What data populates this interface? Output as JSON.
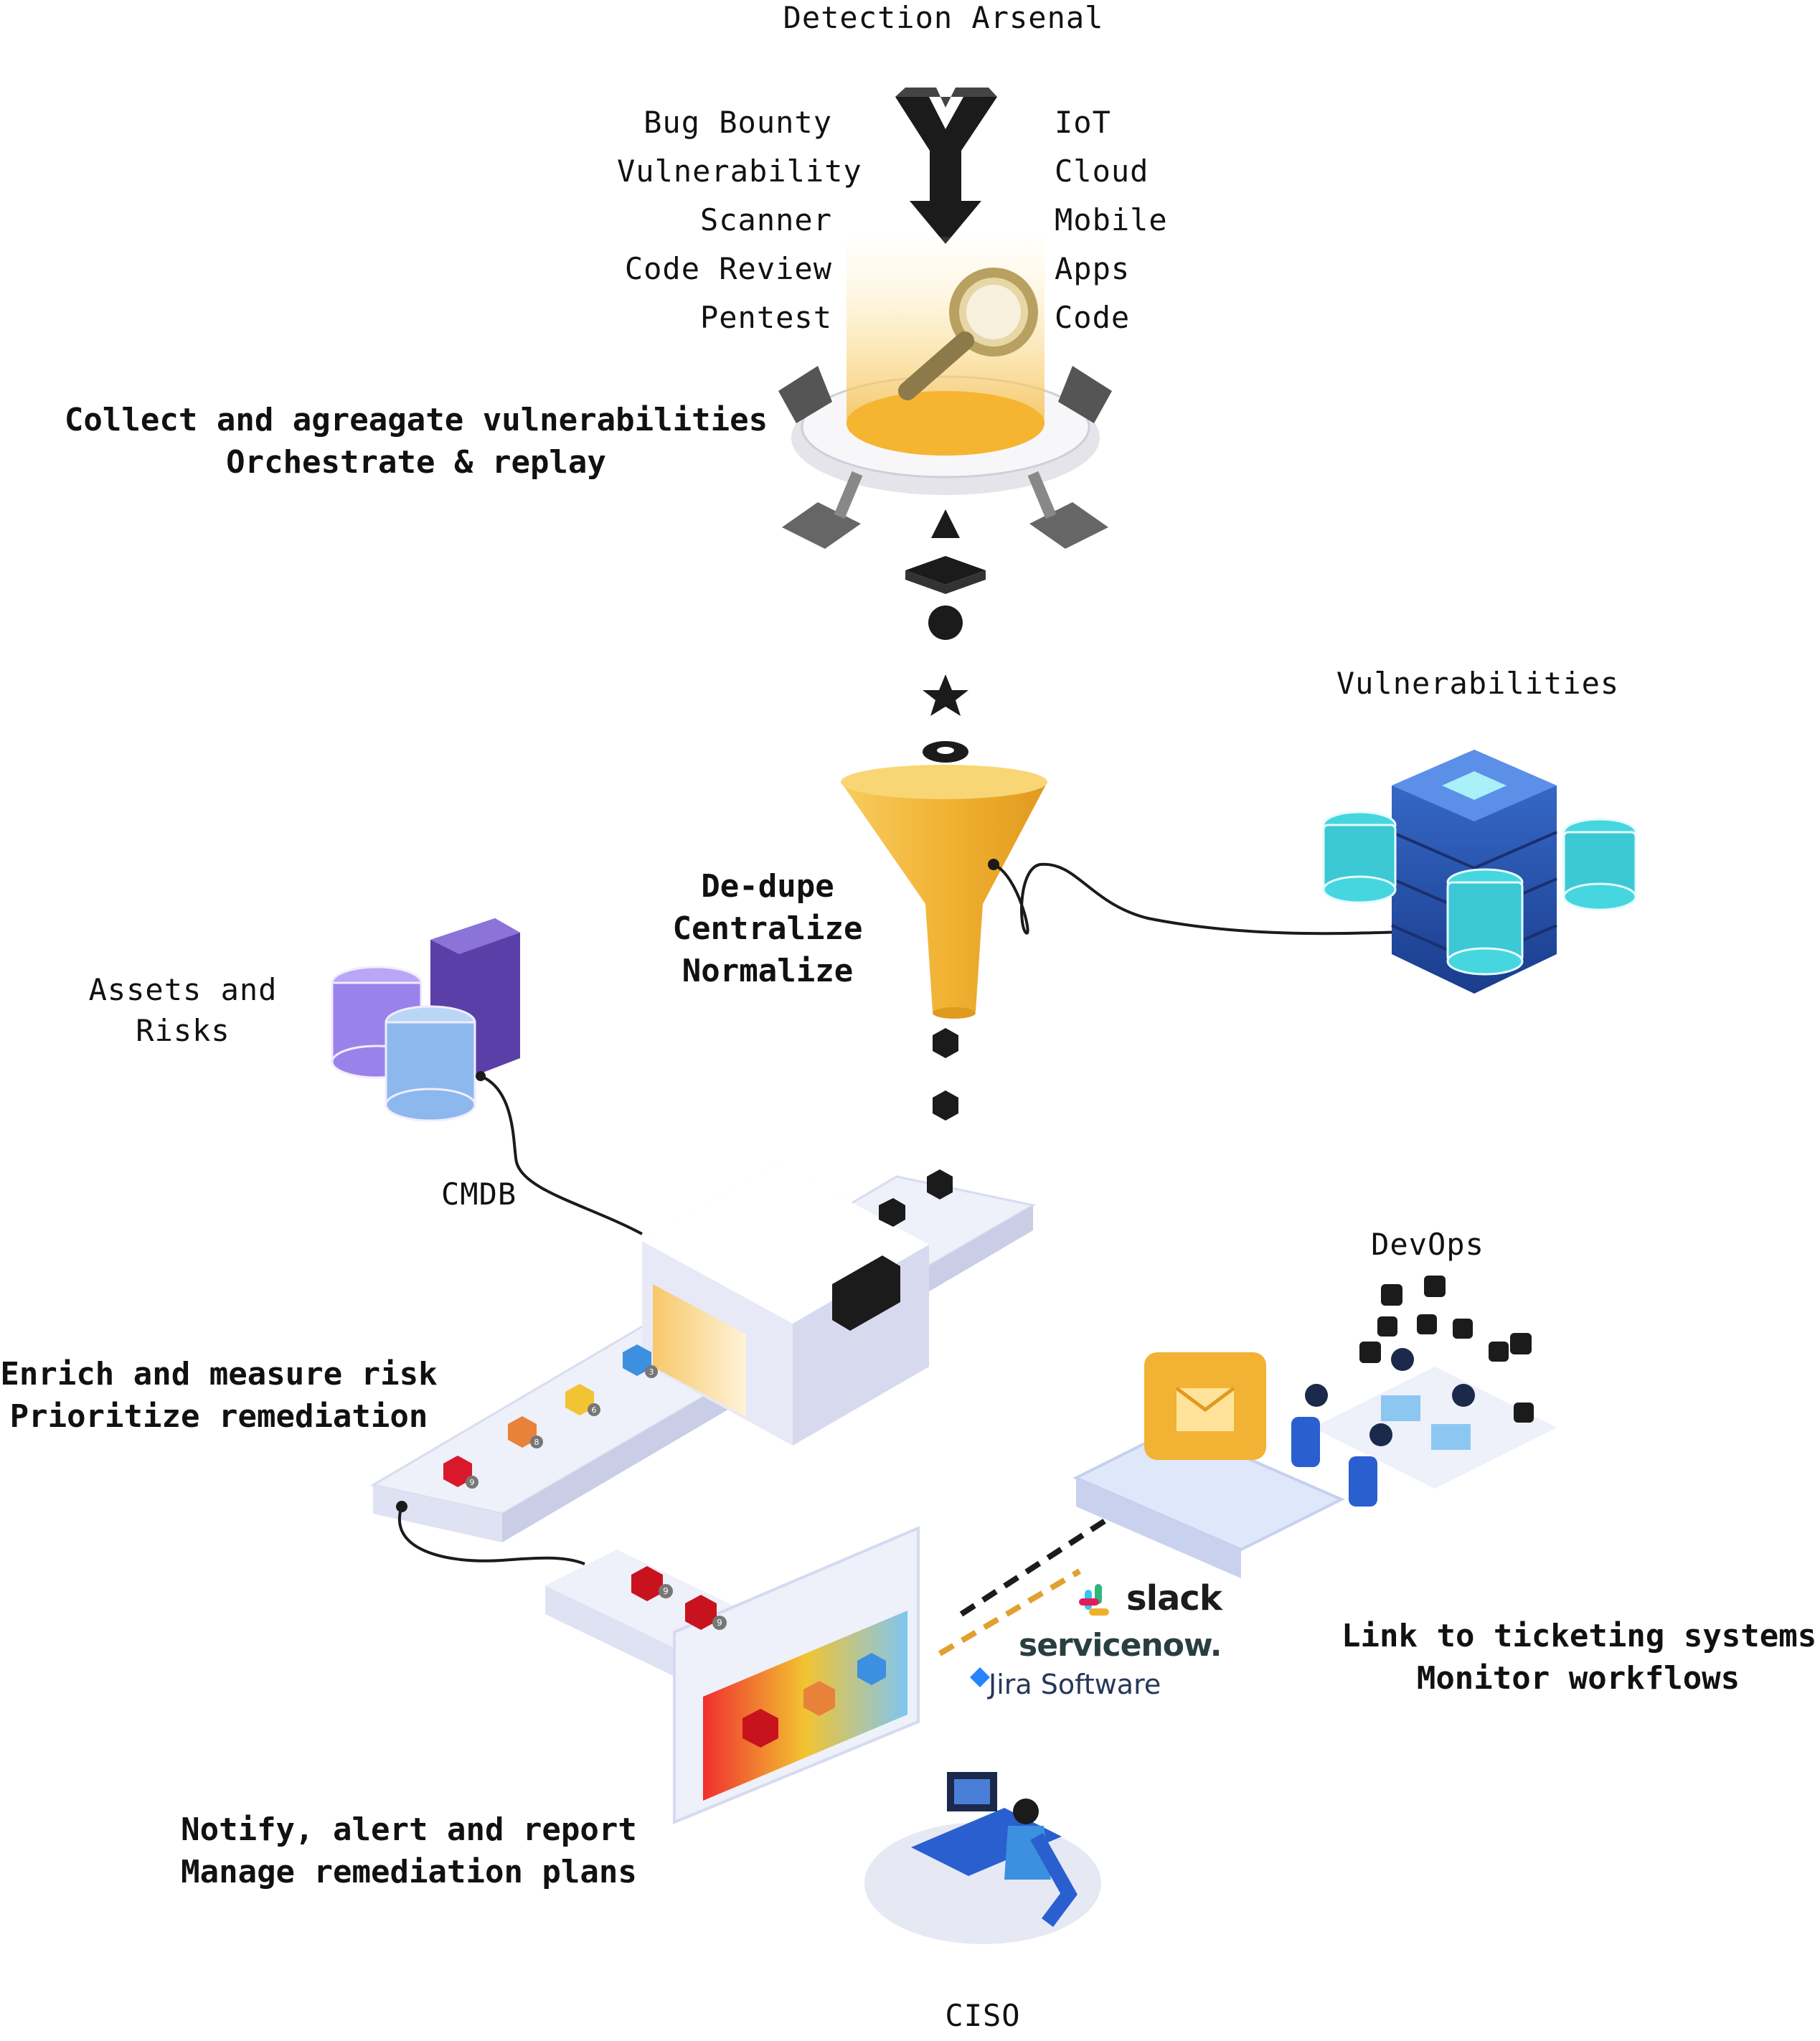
{
  "arsenal": {
    "title": "Detection Arsenal",
    "left_items": [
      "Bug Bounty",
      "Vulnerability",
      "Scanner",
      "Code Review",
      "Pentest"
    ],
    "right_items": [
      "IoT",
      "Cloud",
      "Mobile",
      "Apps",
      "Code"
    ]
  },
  "collect": {
    "line1": "Collect and agreagate vulnerabilities",
    "line2": "Orchestrate & replay"
  },
  "vulnerabilities": {
    "label": "Vulnerabilities"
  },
  "dedupe": {
    "line1": "De-dupe",
    "line2": "Centralize",
    "line3": "Normalize"
  },
  "assets": {
    "line1": "Assets and",
    "line2": "Risks",
    "cmdb": "CMDB"
  },
  "devops": {
    "label": "DevOps",
    "icons": [
      "CSS",
      "PHP",
      "HTML",
      "C++"
    ]
  },
  "enrich": {
    "line1": "Enrich and measure risk",
    "line2": "Prioritize remediation"
  },
  "ticketing": {
    "line1": "Link to ticketing systems",
    "line2": "Monitor workflows",
    "logos": {
      "slack": "slack",
      "servicenow": "servicenow.",
      "jira": "Jira Software"
    }
  },
  "notify": {
    "line1": "Notify, alert and report",
    "line2": "Manage remediation plans"
  },
  "ciso": {
    "label": "CISO"
  },
  "conveyor": {
    "badges": [
      "3",
      "6",
      "8",
      "9",
      "9",
      "9"
    ]
  },
  "colors": {
    "funnel": "#f2b233",
    "gold": "#f5c04a",
    "dark": "#1b1b1b",
    "device": "#e9eaf6",
    "db_blue": "#2b56b8",
    "db_cyan": "#46d6e0",
    "db_purple": "#a68cf0",
    "red": "#d9192b",
    "orange": "#e8823a",
    "yellow": "#f2c433",
    "blue": "#4a9fe6"
  }
}
